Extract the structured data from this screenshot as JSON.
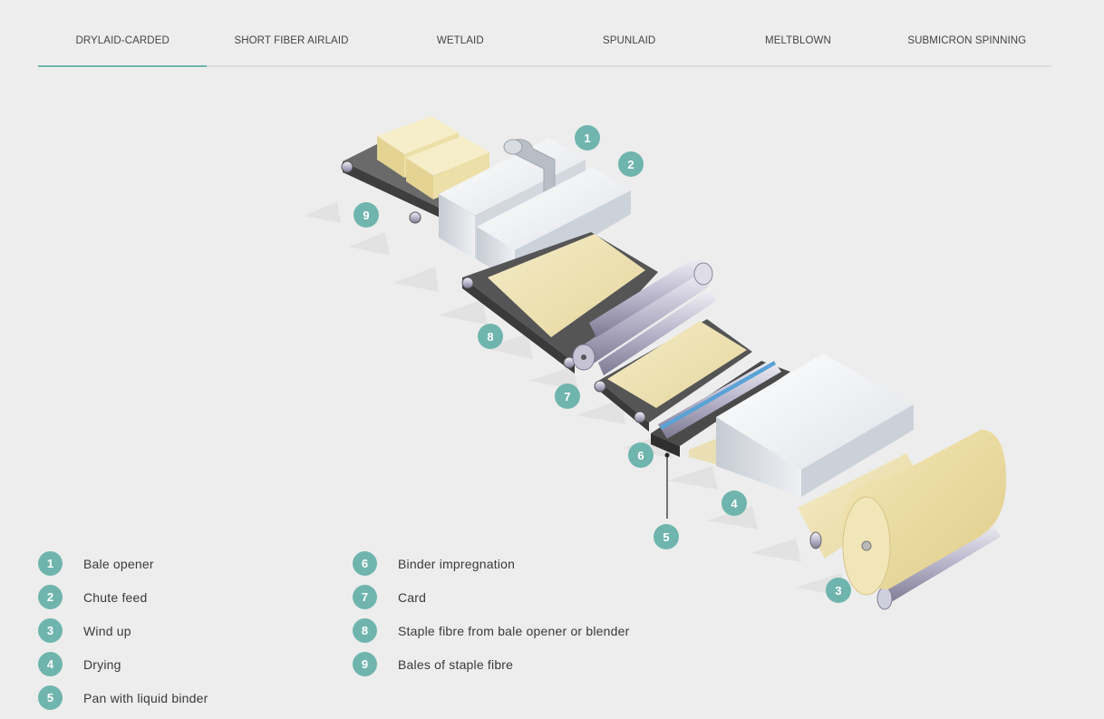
{
  "tabs": [
    {
      "label": "DRYLAID-CARDED",
      "active": true
    },
    {
      "label": "SHORT FIBER AIRLAID",
      "active": false
    },
    {
      "label": "WETLAID",
      "active": false
    },
    {
      "label": "SPUNLAID",
      "active": false
    },
    {
      "label": "MELTBLOWN",
      "active": false
    },
    {
      "label": "SUBMICRON SPINNING",
      "active": false
    }
  ],
  "callouts": {
    "c1": "1",
    "c2": "2",
    "c3": "3",
    "c4": "4",
    "c5": "5",
    "c6": "6",
    "c7": "7",
    "c8": "8",
    "c9": "9"
  },
  "legend": {
    "left": [
      {
        "num": "1",
        "label": "Bale opener"
      },
      {
        "num": "2",
        "label": "Chute feed"
      },
      {
        "num": "3",
        "label": "Wind up"
      },
      {
        "num": "4",
        "label": "Drying"
      },
      {
        "num": "5",
        "label": "Pan with liquid binder"
      }
    ],
    "right": [
      {
        "num": "6",
        "label": "Binder impregnation"
      },
      {
        "num": "7",
        "label": "Card"
      },
      {
        "num": "8",
        "label": "Staple fibre from bale opener or blender"
      },
      {
        "num": "9",
        "label": "Bales of staple fibre"
      }
    ]
  },
  "colors": {
    "accent": "#6fb5ad",
    "fibre": "#efe4b4",
    "belt": "#555555",
    "machine": "#f2f4f6"
  }
}
